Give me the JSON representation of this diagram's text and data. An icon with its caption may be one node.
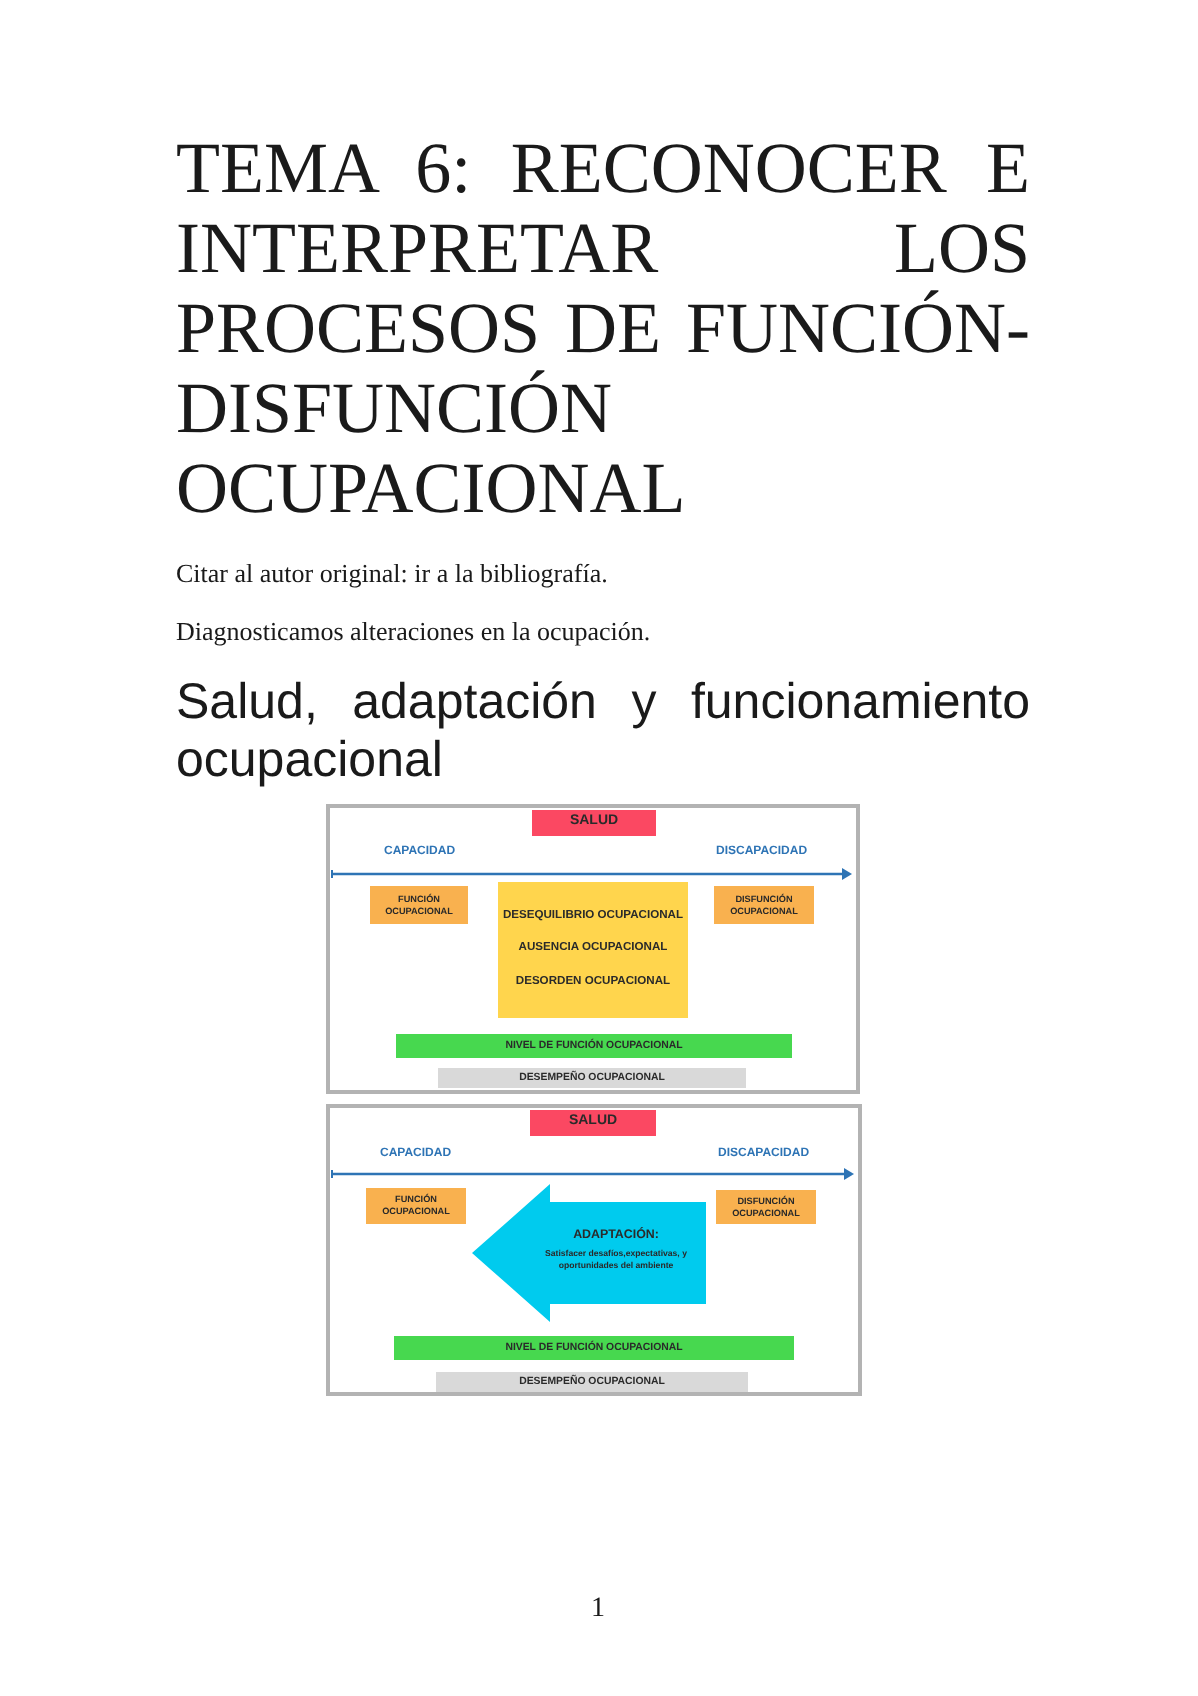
{
  "diagram": {
    "title": "TEMA 6: RECONOCER E INTERPRETAR LOS PROCESOS DE FUNCIÓN-DISFUNCIÓN OCUPACIONAL",
    "nodes": [
      {
        "text": [],
        "shape": "box"
      },
      {
        "text": [
          "SALUD"
        ],
        "in": 0
      },
      {
        "text": [
          "FUNCIÓN OCUPACIONAL"
        ],
        "in": 0
      },
      {
        "text": [
          "DESEQUILIBRIO OCUPACIONAL",
          "AUSENCIA OCUPACIONAL",
          "DESORDEN OCUPACIONAL"
        ],
        "in": 0
      },
      {
        "text": [
          "DISFUNCIÓN OCUPACIONAL"
        ],
        "in": 0
      },
      {
        "text": [
          "NIVEL DE FUNCIÓN OCUPACIONAL"
        ],
        "in": 0
      },
      {
        "text": [
          "DESEMPEÑO OCUPACIONAL"
        ],
        "in": 0
      },
      {
        "text": [],
        "shape": "box"
      },
      {
        "text": [
          "SALUD"
        ],
        "in": 7
      },
      {
        "text": [
          "FUNCIÓN OCUPACIONAL"
        ],
        "in": 7
      },
      {
        "text": [
          "ADAPTACIÓN:",
          "Satisfacer desafíos,expectativas, y oportunidades del ambiente"
        ],
        "in": 7
      },
      {
        "text": [
          "DISFUNCIÓN OCUPACIONAL"
        ],
        "in": 7
      },
      {
        "text": [
          "NIVEL DE FUNCIÓN OCUPACIONAL"
        ],
        "in": 7
      },
      {
        "text": [
          "DESEMPEÑO OCUPACIONAL"
        ],
        "in": 7
      }
    ],
    "labels": [
      "Citar al autor original: ir a la bibliografía.",
      "Diagnosticamos alteraciones en la ocupación.",
      "Salud, adaptación y funcionamiento ocupacional",
      "CAPACIDAD",
      "DISCAPACIDAD",
      "CAPACIDAD",
      "DISCAPACIDAD",
      "1"
    ]
  }
}
